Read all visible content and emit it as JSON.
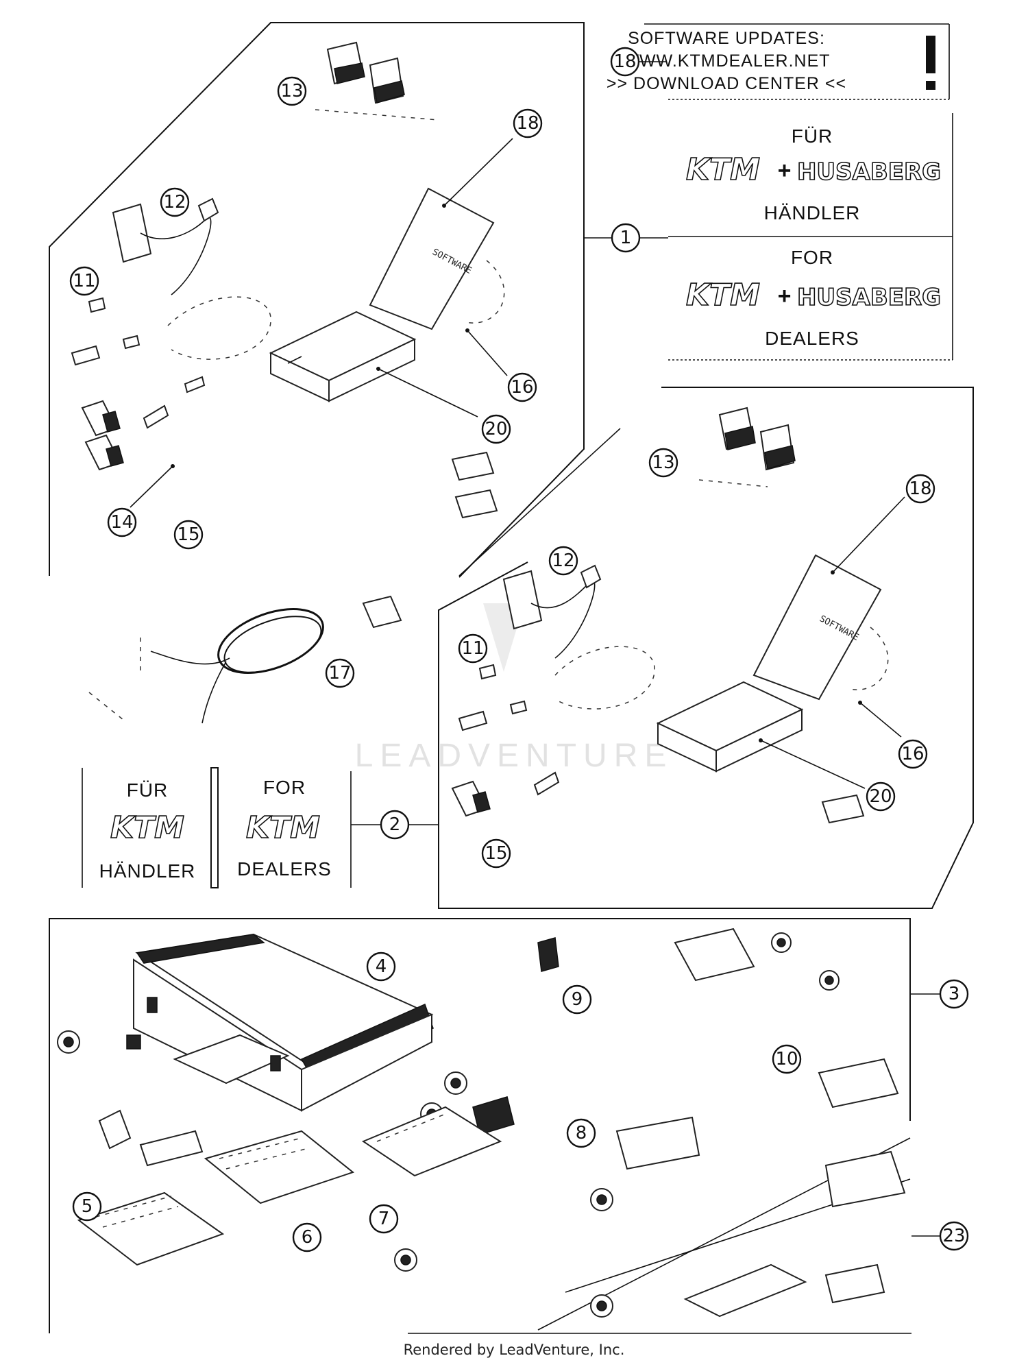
{
  "software_box": {
    "line1": "SOFTWARE UPDATES:",
    "line2": "WWW.KTMDEALER.NET",
    "line3": ">> DOWNLOAD CENTER <<",
    "exclamation": "!"
  },
  "dealer_panel_1": {
    "fur": "FÜR",
    "haendler": "HÄNDLER",
    "for": "FOR",
    "dealers": "DEALERS",
    "plus": "+"
  },
  "dealer_panel_2": {
    "fur": "FÜR",
    "haendler": "HÄNDLER",
    "for": "FOR",
    "dealers": "DEALERS"
  },
  "logos": {
    "ktm": "KTM",
    "husaberg": "HUSABERG"
  },
  "software_sheet_label": "SOFTWARE",
  "watermark": "LEADVENTURE",
  "footer": "Rendered by LeadVenture, Inc.",
  "callouts": {
    "c1": "1",
    "c2": "2",
    "c3": "3",
    "c4": "4",
    "c5": "5",
    "c6": "6",
    "c7": "7",
    "c8": "8",
    "c9": "9",
    "c10": "10",
    "c11": "11",
    "c12": "12",
    "c13": "13",
    "c14": "14",
    "c15": "15",
    "c16": "16",
    "c17": "17",
    "c18": "18",
    "c20": "20",
    "c23": "23"
  }
}
